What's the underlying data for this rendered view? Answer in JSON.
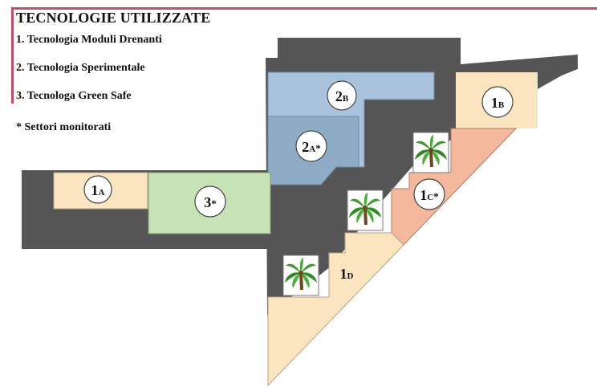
{
  "legend": {
    "title": "TECNOLOGIE UTILIZZATE",
    "items": [
      "1. Tecnologia Moduli Drenanti",
      "2. Tecnologia Sperimentale",
      "3. Tecnologa Green Safe"
    ],
    "note": "* Settori monitorati"
  },
  "sectors": {
    "1a": {
      "num": "1",
      "sub": "A",
      "star": ""
    },
    "1b": {
      "num": "1",
      "sub": "B",
      "star": ""
    },
    "1c": {
      "num": "1",
      "sub": "C",
      "star": "*"
    },
    "1d": {
      "num": "1",
      "sub": "D",
      "star": ""
    },
    "2a": {
      "num": "2",
      "sub": "A",
      "star": "*"
    },
    "2b": {
      "num": "2",
      "sub": "B",
      "star": ""
    },
    "3": {
      "num": "3",
      "sub": "",
      "star": "*"
    }
  },
  "colors": {
    "frame": "#c0506a",
    "wall": "#555555",
    "drainage_modules": "#fbe5c0",
    "experimental": "#a9c3dc",
    "experimental_dark": "#8facc6",
    "green_safe": "#c6e3b5",
    "monitored_1c": "#f4b89d",
    "tree": "#3e9b2e"
  },
  "icons": [
    "palm-tree-icon",
    "palm-tree-icon",
    "palm-tree-icon"
  ]
}
